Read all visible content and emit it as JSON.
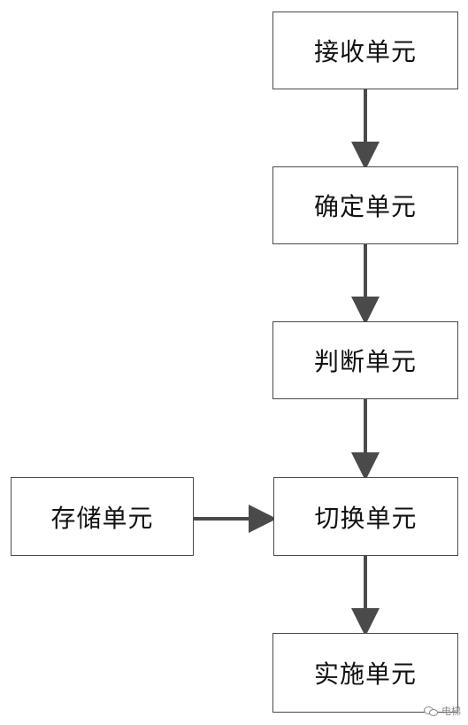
{
  "flowchart": {
    "nodes": {
      "receive": "接收单元",
      "determine": "确定单元",
      "judge": "判断单元",
      "switch": "切换单元",
      "storage": "存储单元",
      "implement": "实施单元"
    },
    "edges": [
      {
        "from": "receive",
        "to": "determine"
      },
      {
        "from": "determine",
        "to": "judge"
      },
      {
        "from": "judge",
        "to": "switch"
      },
      {
        "from": "storage",
        "to": "switch"
      },
      {
        "from": "switch",
        "to": "implement"
      }
    ]
  },
  "watermark": {
    "icon": "wechat-icon",
    "label": "电梯"
  },
  "colors": {
    "box_border": "#4a4a4a",
    "arrow": "#4a4a4a",
    "text": "#111111",
    "watermark": "#8a8a8a"
  }
}
